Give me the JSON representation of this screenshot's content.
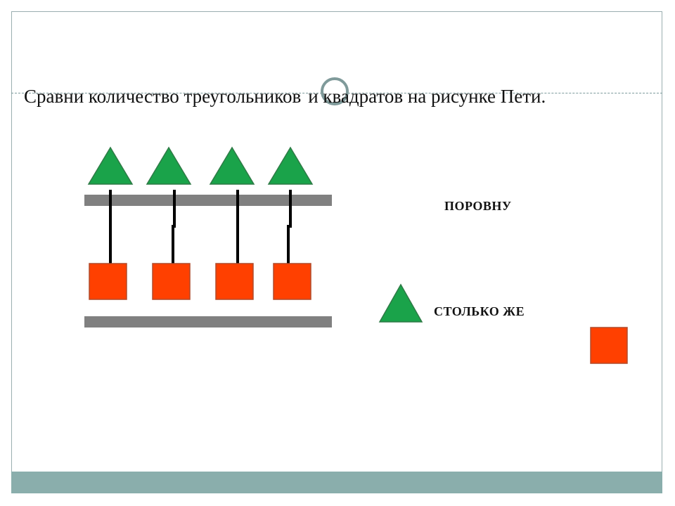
{
  "slide": {
    "instruction_part1": "Сравни количество треугольников",
    "instruction_part2": "и квадратов на рисунке Пети.",
    "word_equal": "ПОРОВНУ",
    "word_same": "СТОЛЬКО  ЖЕ"
  },
  "figure": {
    "triangle_count": 4,
    "square_count": 4,
    "triangle_color": "#1aa34a",
    "square_color": "#ff4000",
    "shelf_color": "#808080",
    "line_color": "#000000"
  },
  "theme": {
    "frame_color": "#9aaeb0",
    "footer_color": "#8aaeac",
    "ring_color": "#7f9a9a"
  }
}
